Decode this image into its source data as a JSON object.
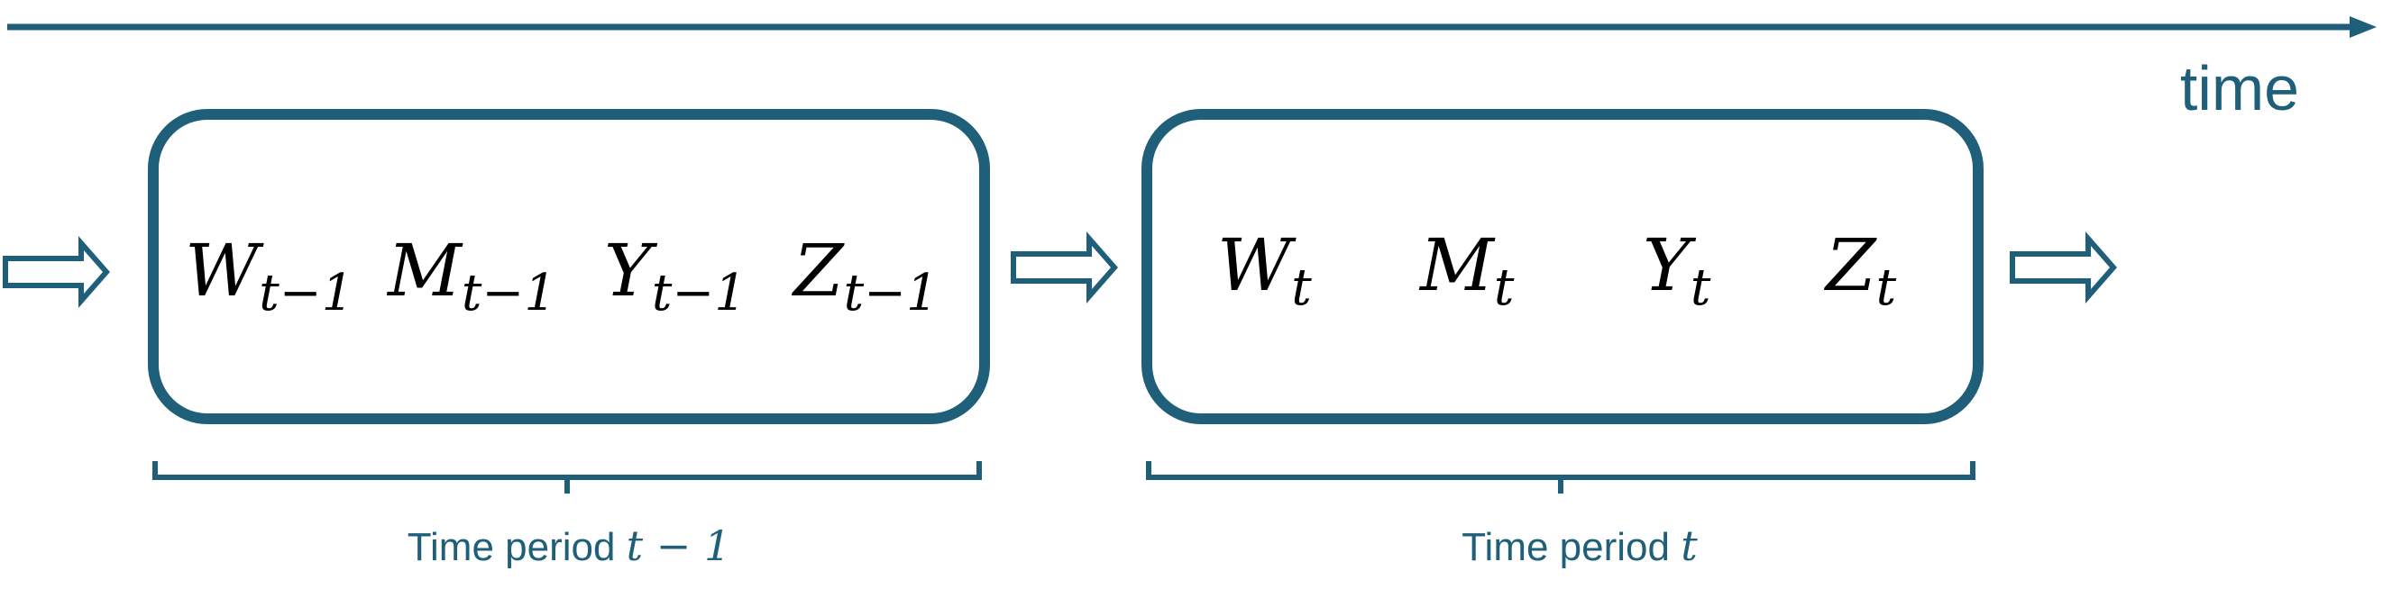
{
  "axis": {
    "label": "time"
  },
  "periods": [
    {
      "label_prefix": "Time period ",
      "label_math": "t − 1",
      "variables": [
        {
          "letter": "W",
          "subscript": "t−1"
        },
        {
          "letter": "M",
          "subscript": "t−1"
        },
        {
          "letter": "Y",
          "subscript": "t−1"
        },
        {
          "letter": "Z",
          "subscript": "t−1"
        }
      ]
    },
    {
      "label_prefix": "Time period ",
      "label_math": "t",
      "variables": [
        {
          "letter": "W",
          "subscript": "t"
        },
        {
          "letter": "M",
          "subscript": "t"
        },
        {
          "letter": "Y",
          "subscript": "t"
        },
        {
          "letter": "Z",
          "subscript": "t"
        }
      ]
    }
  ],
  "colors": {
    "accent": "#1f5f7a",
    "text": "#000000",
    "background": "#ffffff"
  }
}
